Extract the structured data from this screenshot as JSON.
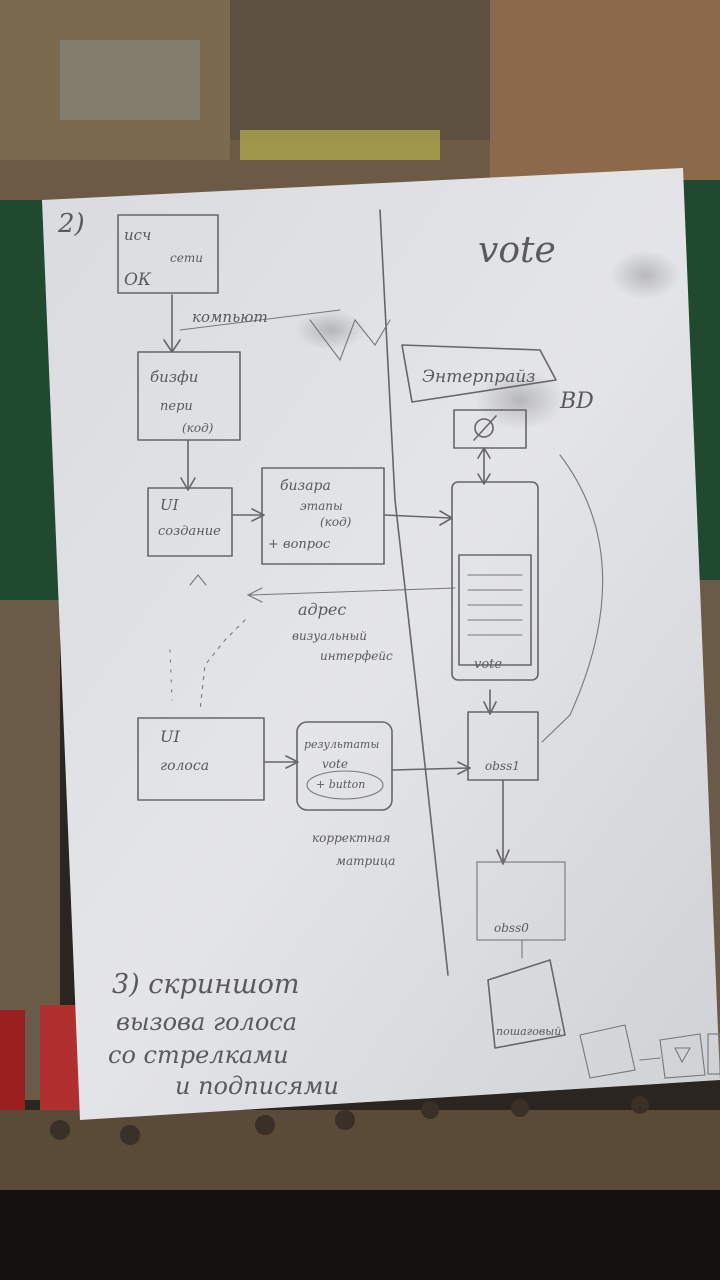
{
  "sheet": {
    "page_marker": "2)",
    "left_column": {
      "source_box": [
        "исч",
        "сети",
        "ОК"
      ],
      "arrow_label": "компьют",
      "bot_box": [
        "бизфи",
        "пери",
        "(код)"
      ],
      "ui_box": [
        "UI",
        "создание"
      ],
      "questions_box": [
        "бизара",
        "этапы",
        "(код)",
        "+ вопрос"
      ],
      "address_label": "адрес",
      "address_note": [
        "визуальный",
        "интерфейс"
      ],
      "ui_voice_box": [
        "UI",
        "голоса"
      ],
      "results_box": [
        "результаты",
        "vote",
        "+ button"
      ],
      "results_note": [
        "корректная",
        "матрица"
      ]
    },
    "right_column": {
      "header": "vote",
      "contract_label": "Энтерпрайз",
      "bd_label": "BD",
      "phone_label": "vote",
      "module1_label": "obss1",
      "module0_label": "obss0",
      "bottom_box_label": "пошаговый"
    },
    "footer_note": [
      "3) скриншот",
      "вызова голоса",
      "со стрелками",
      "и подписями"
    ]
  }
}
